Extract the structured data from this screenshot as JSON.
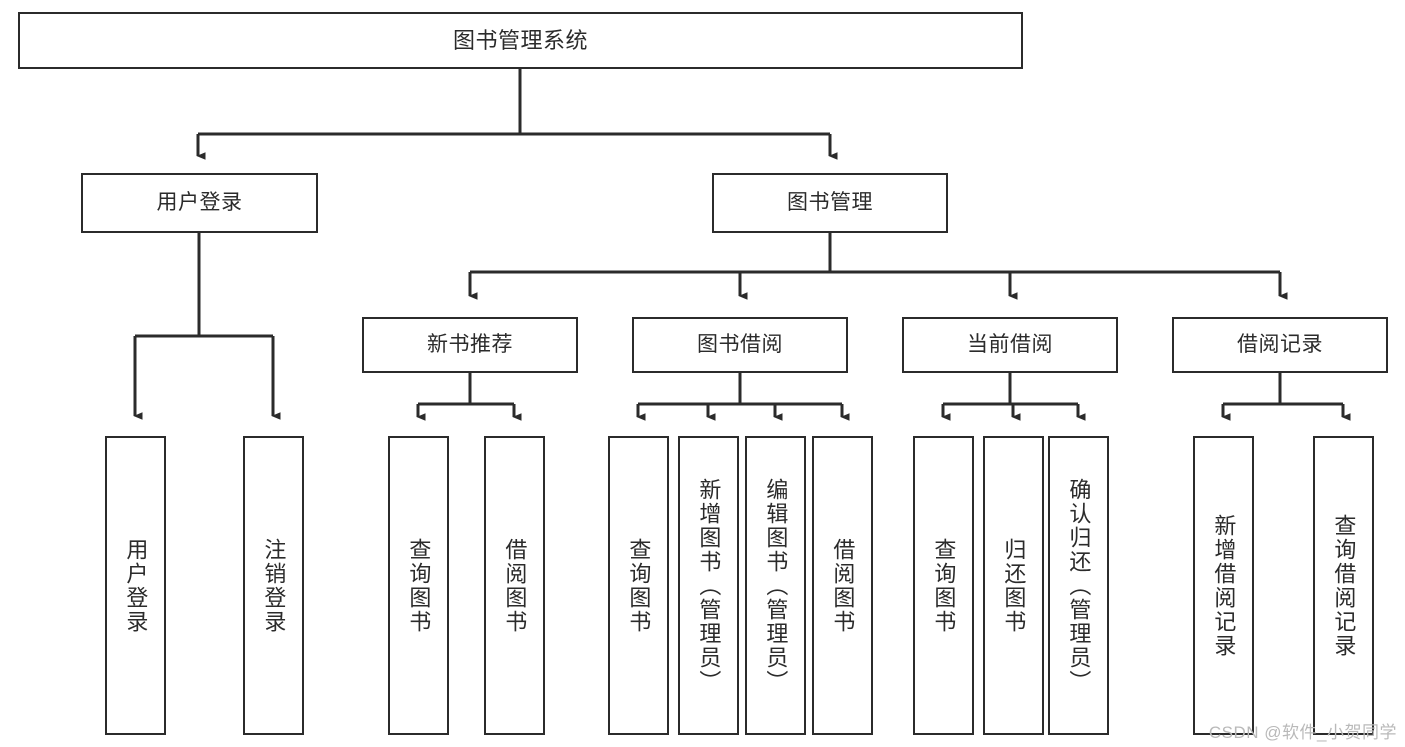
{
  "diagram": {
    "title": "图书管理系统",
    "type": "function-structure-tree",
    "stroke_color": "#2b2b2b",
    "fill_color": "#ffffff",
    "text_color": "#2b2b2b",
    "nodes": {
      "root": {
        "label": "图书管理系统"
      },
      "level2": [
        {
          "id": "user-login",
          "label": "用户登录"
        },
        {
          "id": "book-manage",
          "label": "图书管理"
        }
      ],
      "level3": [
        {
          "id": "new-book-recommend",
          "label": "新书推荐"
        },
        {
          "id": "book-borrow",
          "label": "图书借阅"
        },
        {
          "id": "current-borrow",
          "label": "当前借阅"
        },
        {
          "id": "borrow-record",
          "label": "借阅记录"
        }
      ],
      "leaves": {
        "user_login": [
          {
            "id": "leaf-user-login",
            "label": "用户登录"
          },
          {
            "id": "leaf-logout",
            "label": "注销登录"
          }
        ],
        "new_book_recommend": [
          {
            "id": "leaf-query-book-1",
            "label": "查询图书"
          },
          {
            "id": "leaf-borrow-book-1",
            "label": "借阅图书"
          }
        ],
        "book_borrow": [
          {
            "id": "leaf-query-book-2",
            "label": "查询图书"
          },
          {
            "id": "leaf-add-book",
            "label": "新增图书（管理员）"
          },
          {
            "id": "leaf-edit-book",
            "label": "编辑图书（管理员）"
          },
          {
            "id": "leaf-borrow-book-2",
            "label": "借阅图书"
          }
        ],
        "current_borrow": [
          {
            "id": "leaf-query-book-3",
            "label": "查询图书"
          },
          {
            "id": "leaf-return-book",
            "label": "归还图书"
          },
          {
            "id": "leaf-confirm-return",
            "label": "确认归还（管理员）"
          }
        ],
        "borrow_record": [
          {
            "id": "leaf-add-record",
            "label": "新增借阅记录"
          },
          {
            "id": "leaf-query-record",
            "label": "查询借阅记录"
          }
        ]
      }
    }
  },
  "watermark": {
    "text": "CSDN @软件_小贺同学"
  }
}
